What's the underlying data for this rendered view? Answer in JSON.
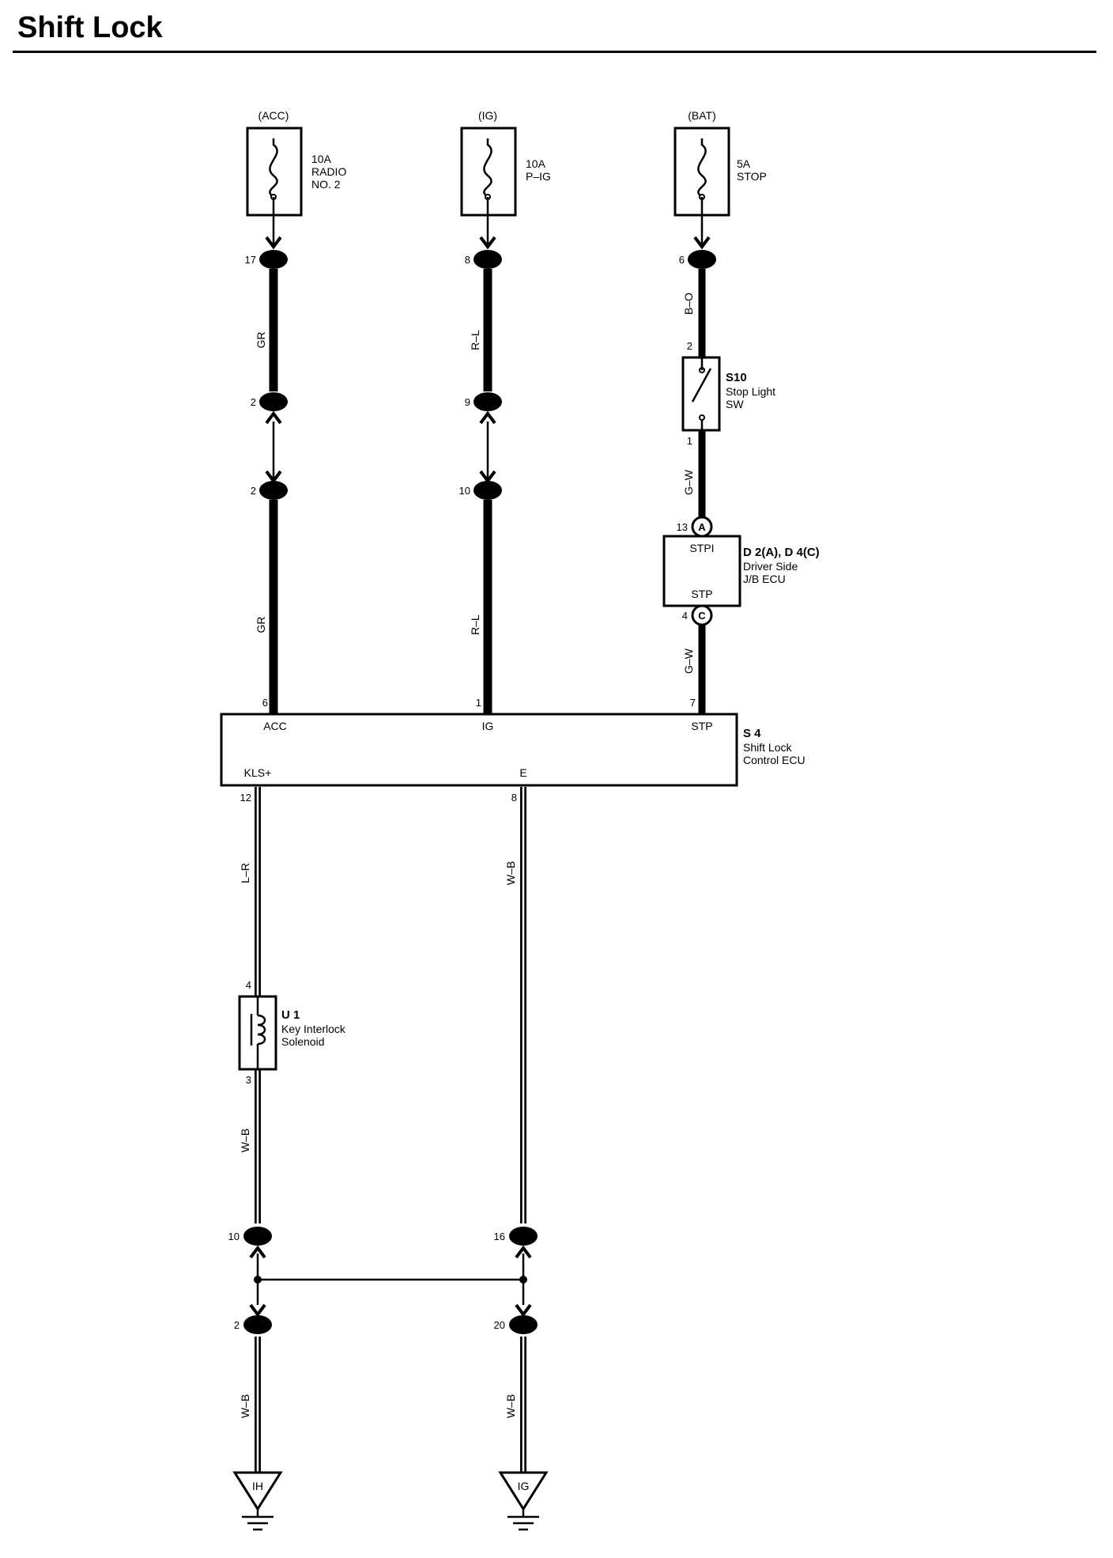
{
  "title": "Shift Lock",
  "diagram": {
    "sources": [
      {
        "supply": "(ACC)",
        "rating": "10A",
        "name": "RADIO",
        "name2": "NO. 2"
      },
      {
        "supply": "(IG)",
        "rating": "10A",
        "name": "P–IG",
        "name2": ""
      },
      {
        "supply": "(BAT)",
        "rating": "5A",
        "name": "STOP",
        "name2": ""
      }
    ],
    "connectors": {
      "c1": {
        "id": "3E",
        "pin": "17"
      },
      "c2": {
        "id": "3E",
        "pin": "8"
      },
      "c3": {
        "id": "2C",
        "pin": "6"
      },
      "c4": {
        "id": "5A",
        "pin": "2"
      },
      "c5": {
        "id": "4D",
        "pin": "9"
      },
      "c6": {
        "id": "5F",
        "pin": "2"
      },
      "c7": {
        "id": "4F",
        "pin": "10"
      },
      "c8": {
        "id": "4B",
        "pin": "10"
      },
      "c9": {
        "id": "4D",
        "pin": "16"
      },
      "c10": {
        "id": "4A",
        "pin": "2"
      },
      "c11": {
        "id": "4D",
        "pin": "20"
      },
      "ja": {
        "id": "A",
        "pin": "13"
      },
      "jc": {
        "id": "C",
        "pin": "4"
      }
    },
    "wires": {
      "w1": "GR",
      "w2": "R–L",
      "w3": "B–O",
      "w4": "GR",
      "w5": "R–L",
      "w6": "G–W",
      "w7": "G–W",
      "w8": "L–R",
      "w9": "W–B",
      "w10": "W–B",
      "w11": "W–B",
      "w12": "W–B"
    },
    "stop_switch": {
      "code": "S10",
      "line1": "Stop Light",
      "line2": "SW",
      "pin_top": "2",
      "pin_bottom": "1"
    },
    "jb_ecu": {
      "code": "D 2(A), D 4(C)",
      "line1": "Driver Side",
      "line2": "J/B ECU",
      "term_top": "STPI",
      "term_bottom": "STP"
    },
    "shift_ecu": {
      "code": "S 4",
      "line1": "Shift Lock",
      "line2": "Control ECU",
      "pin_acc": "6",
      "pin_ig": "1",
      "pin_stp": "7",
      "pin_kls": "12",
      "pin_e": "8",
      "term_acc": "ACC",
      "term_ig": "IG",
      "term_stp": "STP",
      "term_kls": "KLS+",
      "term_e": "E"
    },
    "solenoid": {
      "code": "U 1",
      "line1": "Key Interlock",
      "line2": "Solenoid",
      "pin_top": "4",
      "pin_bottom": "3"
    },
    "grounds": {
      "left": "IH",
      "right": "IG"
    }
  }
}
